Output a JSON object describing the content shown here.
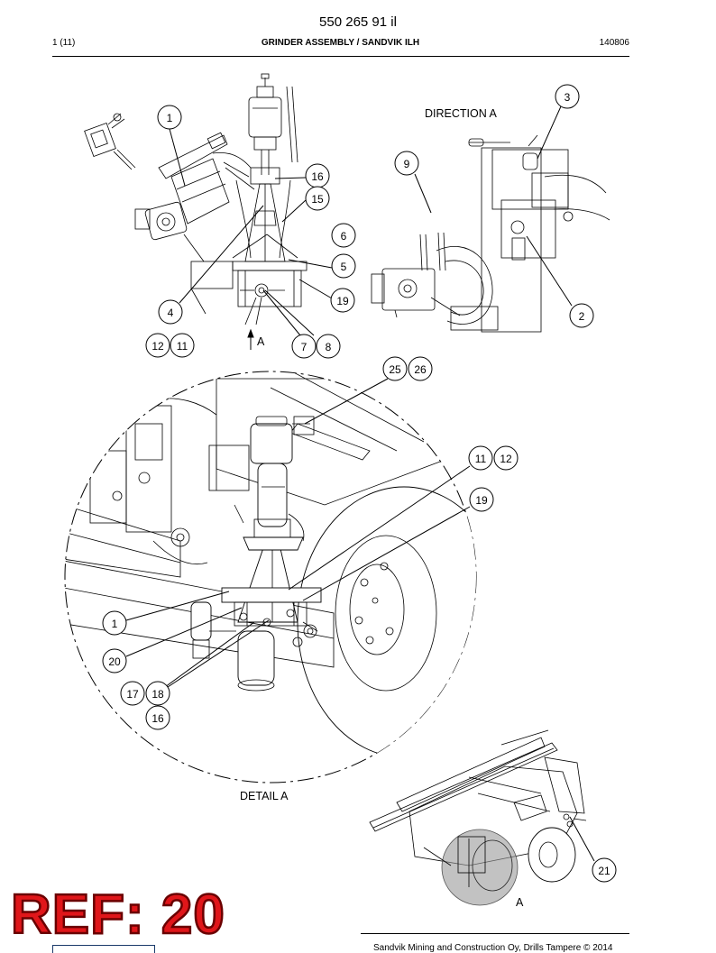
{
  "header": {
    "doc_number": "550 265 91 il",
    "page_count": "1 (11)",
    "title": "GRINDER ASSEMBLY / SANDVIK ILH",
    "date": "140806"
  },
  "labels": {
    "direction_a": "DIRECTION A",
    "detail_a": "DETAIL A",
    "arrow_a": "A",
    "overview_a": "A"
  },
  "callouts": {
    "c1_top": "1",
    "c16_top": "16",
    "c15_top": "15",
    "c6": "6",
    "c5": "5",
    "c19_top": "19",
    "c4": "4",
    "c12_top": "12",
    "c11_top": "11",
    "c7": "7",
    "c8": "8",
    "c3": "3",
    "c9": "9",
    "c2": "2",
    "c25": "25",
    "c26": "26",
    "c11_mid": "11",
    "c12_mid": "12",
    "c19_mid": "19",
    "c1_mid": "1",
    "c20": "20",
    "c17": "17",
    "c18": "18",
    "c16_mid": "16",
    "c21": "21"
  },
  "ref_tag": "REF: 20",
  "footer": {
    "text": "Sandvik Mining and Construction Oy, Drills Tampere © 2014"
  }
}
